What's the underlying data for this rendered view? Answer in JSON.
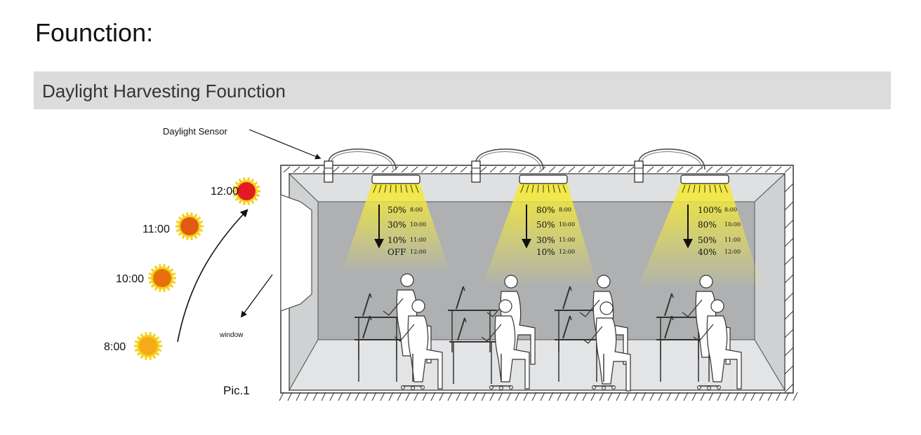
{
  "page": {
    "title": "Founction:",
    "section_title": "Daylight Harvesting Founction"
  },
  "diagram": {
    "sensor_label": "Daylight Sensor",
    "window_label": "window",
    "caption": "Pic.1",
    "colors": {
      "beam": "#f1e84a",
      "room_wall": "#c9cbcd",
      "room_back": "#aeb0b2",
      "sun_1200": "#e21b23",
      "sun_1100": "#e35a12",
      "sun_1000": "#e8700c",
      "sun_0800": "#f6a91a",
      "sun_ring": "#f4d21a"
    },
    "suns": [
      {
        "time": "12:00"
      },
      {
        "time": "11:00"
      },
      {
        "time": "10:00"
      },
      {
        "time": "8:00"
      }
    ],
    "fixtures": [
      {
        "levels": [
          {
            "pct": "50%",
            "time": "8:00"
          },
          {
            "pct": "30%",
            "time": "10:00"
          },
          {
            "pct": "10%",
            "time": "11:00"
          },
          {
            "pct": "OFF",
            "time": "12:00"
          }
        ]
      },
      {
        "levels": [
          {
            "pct": "80%",
            "time": "8:00"
          },
          {
            "pct": "50%",
            "time": "10:00"
          },
          {
            "pct": "30%",
            "time": "11:00"
          },
          {
            "pct": "10%",
            "time": "12:00"
          }
        ]
      },
      {
        "levels": [
          {
            "pct": "100%",
            "time": "8:00"
          },
          {
            "pct": "80%",
            "time": "10:00"
          },
          {
            "pct": "50%",
            "time": "11:00"
          },
          {
            "pct": "40%",
            "time": "12:00"
          }
        ]
      }
    ]
  }
}
